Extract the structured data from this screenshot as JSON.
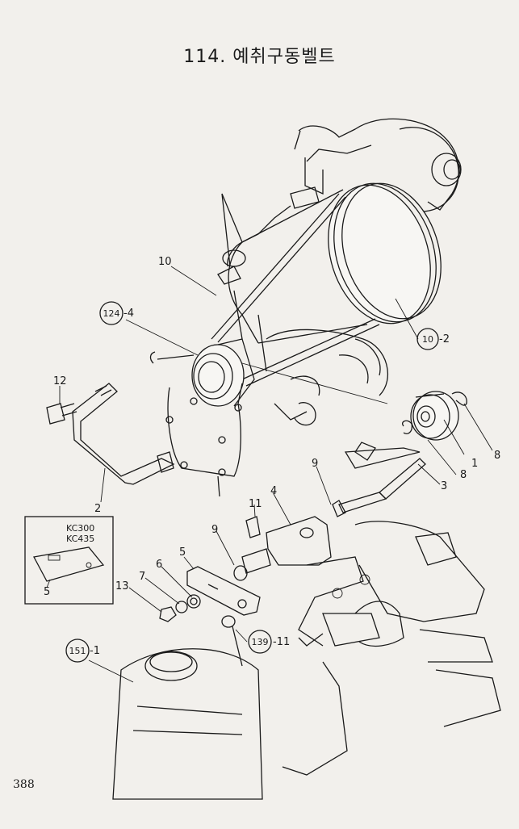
{
  "title": {
    "number": "114.",
    "text": "예취구동벨트"
  },
  "page_number": "388",
  "inset": {
    "models": [
      "KC300",
      "KC435"
    ],
    "callout": "5"
  },
  "callouts": [
    {
      "id": "c10",
      "text": "10"
    },
    {
      "id": "c124",
      "circled": "124",
      "suffix": "-4"
    },
    {
      "id": "c10-2",
      "circled": "10",
      "suffix": "-2"
    },
    {
      "id": "c12",
      "text": "12"
    },
    {
      "id": "c2",
      "text": "2"
    },
    {
      "id": "c1",
      "text": "1"
    },
    {
      "id": "c8a",
      "text": "8"
    },
    {
      "id": "c8b",
      "text": "8"
    },
    {
      "id": "c3",
      "text": "3"
    },
    {
      "id": "c9a",
      "text": "9"
    },
    {
      "id": "c9b",
      "text": "9"
    },
    {
      "id": "c11",
      "text": "11"
    },
    {
      "id": "c4",
      "text": "4"
    },
    {
      "id": "c5",
      "text": "5"
    },
    {
      "id": "c6",
      "text": "6"
    },
    {
      "id": "c7",
      "text": "7"
    },
    {
      "id": "c13",
      "text": "13"
    },
    {
      "id": "c139",
      "circled": "139",
      "suffix": "-11"
    },
    {
      "id": "c151",
      "circled": "151",
      "suffix": "-1"
    }
  ]
}
